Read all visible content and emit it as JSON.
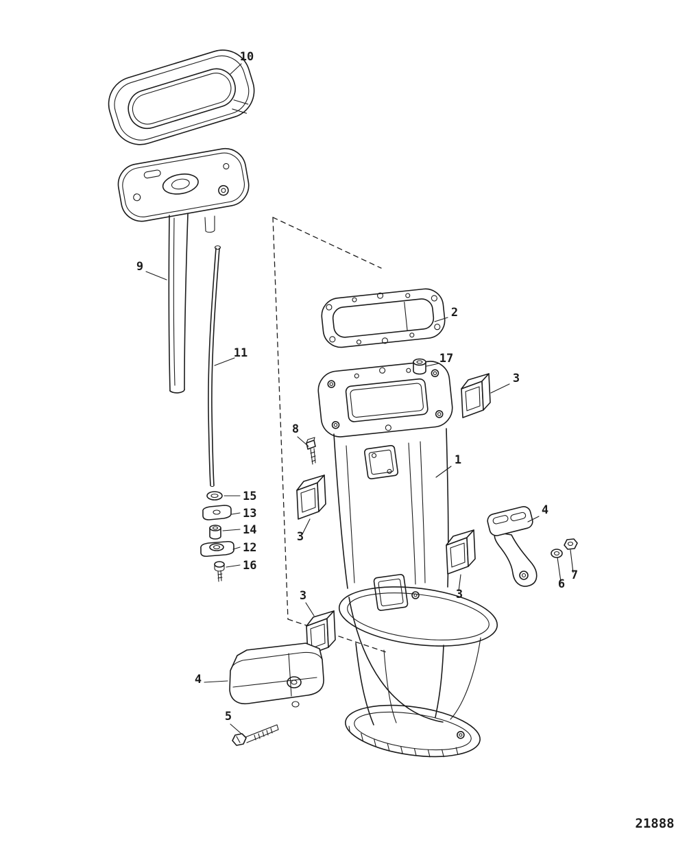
{
  "canvas": {
    "background": "#ffffff",
    "ink": "#1b1b1b"
  },
  "diagram": {
    "drawing_number": "21888",
    "callouts": [
      {
        "ref": "10"
      },
      {
        "ref": "9"
      },
      {
        "ref": "11"
      },
      {
        "ref": "2"
      },
      {
        "ref": "17"
      },
      {
        "ref": "3"
      },
      {
        "ref": "8"
      },
      {
        "ref": "1"
      },
      {
        "ref": "15"
      },
      {
        "ref": "13"
      },
      {
        "ref": "14"
      },
      {
        "ref": "12"
      },
      {
        "ref": "16"
      },
      {
        "ref": "3"
      },
      {
        "ref": "4"
      },
      {
        "ref": "3"
      },
      {
        "ref": "6"
      },
      {
        "ref": "7"
      },
      {
        "ref": "3"
      },
      {
        "ref": "4"
      },
      {
        "ref": "5"
      }
    ]
  }
}
